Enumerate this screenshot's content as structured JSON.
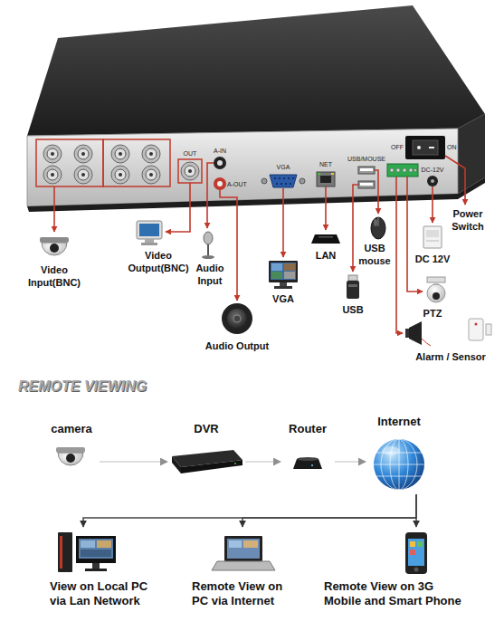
{
  "diagram": {
    "title": "REMOTE VIEWING",
    "nodes": [
      {
        "text": [
          "camera"
        ]
      },
      {
        "text": [
          "DVR"
        ]
      },
      {
        "text": [
          "Router"
        ]
      },
      {
        "text": [
          "Internet"
        ]
      },
      {
        "text": [
          "View on Local PC via Lan Network"
        ]
      },
      {
        "text": [
          "Remote View on PC via Internet"
        ]
      },
      {
        "text": [
          "Remote View on 3G Mobile and Smart Phone"
        ]
      }
    ],
    "edges": [
      {
        "from": 0,
        "to": 1,
        "arrow": "to"
      },
      {
        "from": 1,
        "to": 2,
        "arrow": "to"
      },
      {
        "from": 2,
        "to": 3,
        "arrow": "to"
      },
      {
        "from": 3,
        "to": 4,
        "arrow": "to"
      },
      {
        "from": 3,
        "to": 5,
        "arrow": "to"
      },
      {
        "from": 3,
        "to": 6,
        "arrow": "to"
      }
    ],
    "labels": [
      "Video Input(BNC)",
      "Video Output(BNC)",
      "Audio Input",
      "Audio Output",
      "VGA",
      "LAN",
      "USB mouse",
      "USB",
      "DC 12V",
      "PTZ",
      "Alarm / Sensor",
      "Power Switch",
      "OUT",
      "A-IN",
      "A-OUT",
      "VGA",
      "NET",
      "USB/MOUSE",
      "OFF",
      "ON",
      "DC-12V"
    ]
  }
}
